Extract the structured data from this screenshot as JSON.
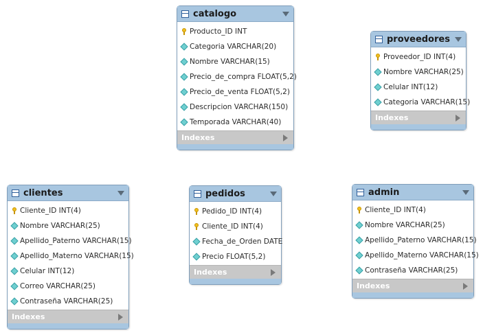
{
  "tables": {
    "catalogo": {
      "name": "catalogo",
      "columns": [
        {
          "text": "Producto_ID INT",
          "key": true
        },
        {
          "text": "Categoria VARCHAR(20)",
          "key": false
        },
        {
          "text": "Nombre VARCHAR(15)",
          "key": false
        },
        {
          "text": "Precio_de_compra FLOAT(5,2)",
          "key": false
        },
        {
          "text": "Precio_de_venta FLOAT(5,2)",
          "key": false
        },
        {
          "text": "Descripcion VARCHAR(150)",
          "key": false
        },
        {
          "text": "Temporada VARCHAR(40)",
          "key": false
        }
      ],
      "indexes_label": "Indexes"
    },
    "proveedores": {
      "name": "proveedores",
      "columns": [
        {
          "text": "Proveedor_ID INT(4)",
          "key": true
        },
        {
          "text": "Nombre VARCHAR(25)",
          "key": false
        },
        {
          "text": "Celular INT(12)",
          "key": false
        },
        {
          "text": "Categoria VARCHAR(15)",
          "key": false
        }
      ],
      "indexes_label": "Indexes"
    },
    "clientes": {
      "name": "clientes",
      "columns": [
        {
          "text": "Cliente_ID INT(4)",
          "key": true
        },
        {
          "text": "Nombre VARCHAR(25)",
          "key": false
        },
        {
          "text": "Apellido_Paterno VARCHAR(15)",
          "key": false
        },
        {
          "text": "Apellido_Materno VARCHAR(15)",
          "key": false
        },
        {
          "text": "Celular INT(12)",
          "key": false
        },
        {
          "text": "Correo VARCHAR(25)",
          "key": false
        },
        {
          "text": "Contraseña VARCHAR(25)",
          "key": false
        }
      ],
      "indexes_label": "Indexes"
    },
    "pedidos": {
      "name": "pedidos",
      "columns": [
        {
          "text": "Pedido_ID INT(4)",
          "key": true
        },
        {
          "text": "Cliente_ID INT(4)",
          "key": true
        },
        {
          "text": "Fecha_de_Orden DATE",
          "key": false
        },
        {
          "text": "Precio FLOAT(5,2)",
          "key": false
        }
      ],
      "indexes_label": "Indexes"
    },
    "admin": {
      "name": "admin",
      "columns": [
        {
          "text": "Cliente_ID INT(4)",
          "key": true
        },
        {
          "text": "Nombre VARCHAR(25)",
          "key": false
        },
        {
          "text": "Apellido_Paterno VARCHAR(15)",
          "key": false
        },
        {
          "text": "Apellido_Materno VARCHAR(15)",
          "key": false
        },
        {
          "text": "Contraseña VARCHAR(25)",
          "key": false
        }
      ],
      "indexes_label": "Indexes"
    }
  },
  "colors": {
    "header": "#a8c6e0",
    "indexes_bar": "#c8c8c8",
    "key_icon": "#f0c020",
    "column_icon": "#6fcfd0"
  }
}
